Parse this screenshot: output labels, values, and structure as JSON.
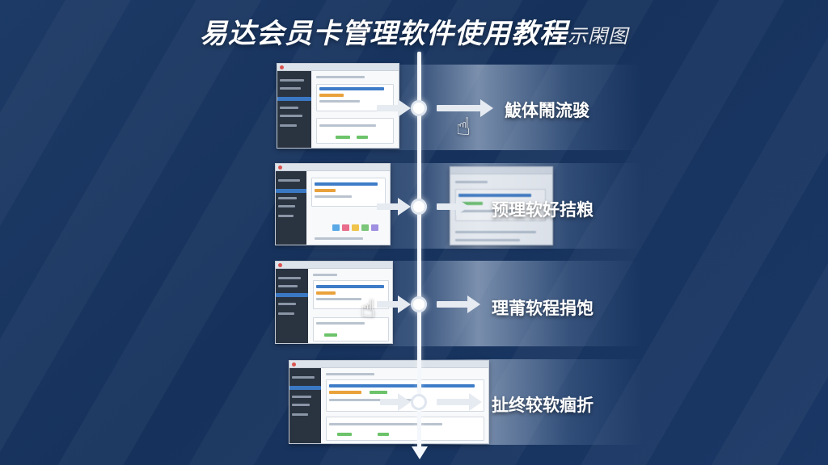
{
  "title": {
    "main": "易达会员卡管理软件使用教程",
    "suffix": "示閑图"
  },
  "steps": [
    {
      "label": "鮁体鬧流骏",
      "cursor_icon": "hand-pointer-icon"
    },
    {
      "label": "预理软好拮粮"
    },
    {
      "label": "理莆软程捐饱",
      "cursor_icon": "hand-pointer-icon"
    },
    {
      "label": "扯终较软痼折"
    }
  ],
  "icons": {
    "cursor": "☝"
  }
}
